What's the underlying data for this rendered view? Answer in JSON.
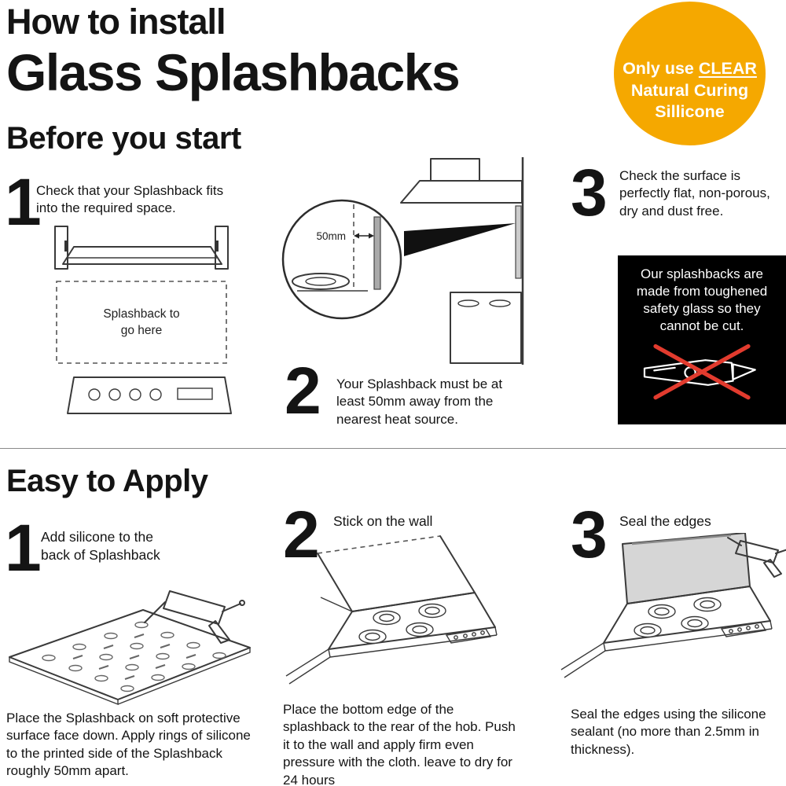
{
  "page": {
    "title_line1": "How to install",
    "title_line2": "Glass Splashbacks"
  },
  "badge": {
    "line1_prefix": "Only use ",
    "line1_underlined": "CLEAR",
    "line2": "Natural Curing",
    "line3": "Sillicone"
  },
  "before": {
    "heading": "Before you start",
    "step1": {
      "number": "1",
      "text": "Check that your Splashback fits into the required space."
    },
    "step2": {
      "number": "2",
      "text": "Your Splashback must be at least 50mm away from the nearest heat source."
    },
    "step3": {
      "number": "3",
      "text": "Check the surface is perfectly flat, non-porous, dry and dust free."
    },
    "diagram1": {
      "label_line1": "Splashback to",
      "label_line2": "go here"
    },
    "diagram2": {
      "measurement": "50mm"
    },
    "warning": {
      "text": "Our splashbacks are made from toughened safety glass so they cannot be cut."
    }
  },
  "apply": {
    "heading": "Easy to Apply",
    "step1": {
      "number": "1",
      "caption": "Add silicone to the back of Splashback",
      "footer": "Place the Splashback on soft protective surface face down. Apply rings of silicone to the printed side of the Splashback roughly 50mm apart."
    },
    "step2": {
      "number": "2",
      "caption": "Stick on the wall",
      "footer": "Place the bottom edge of the splashback to the rear of the hob. Push it to the wall and apply firm even pressure with the cloth. leave to dry for 24 hours"
    },
    "step3": {
      "number": "3",
      "caption": "Seal the edges",
      "footer": "Seal the edges using the silicone sealant (no more than 2.5mm in thickness)."
    }
  },
  "colors": {
    "badge_bg": "#F5A800",
    "warning_bg": "#000000",
    "cross_red": "#E23B2E"
  }
}
